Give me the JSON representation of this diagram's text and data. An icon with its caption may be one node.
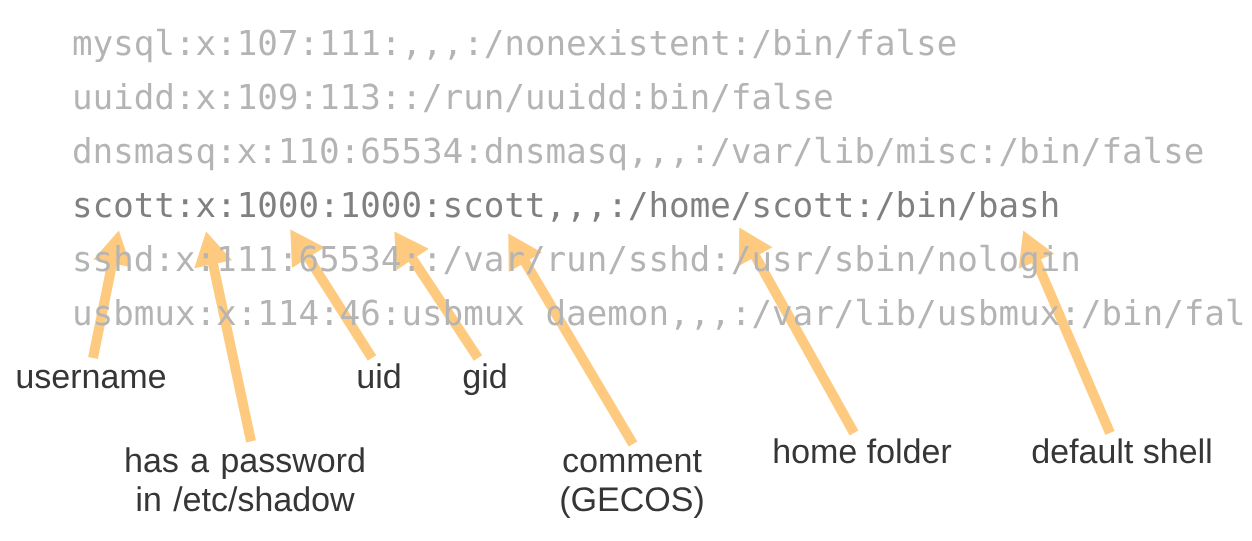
{
  "diagram": {
    "nodes": [
      {
        "text": [
          "scott:x:1000:1000:scott,,,:/home/scott:/bin/bash"
        ]
      },
      {
        "text": [
          "username"
        ]
      },
      {
        "text": [
          "has a password in /etc/shadow"
        ]
      },
      {
        "text": [
          "uid"
        ]
      },
      {
        "text": [
          "gid"
        ]
      },
      {
        "text": [
          "comment (GECOS)"
        ]
      },
      {
        "text": [
          "home folder"
        ]
      },
      {
        "text": [
          "default shell"
        ]
      }
    ],
    "edges": [
      {
        "from": 1,
        "to": 0,
        "arrow": "to"
      },
      {
        "from": 2,
        "to": 0,
        "arrow": "to"
      },
      {
        "from": 3,
        "to": 0,
        "arrow": "to"
      },
      {
        "from": 4,
        "to": 0,
        "arrow": "to"
      },
      {
        "from": 5,
        "to": 0,
        "arrow": "to"
      },
      {
        "from": 6,
        "to": 0,
        "arrow": "to"
      },
      {
        "from": 7,
        "to": 0,
        "arrow": "to"
      }
    ],
    "labels": [
      "mysql:x:107:111:,,,:/nonexistent:/bin/false",
      "uuidd:x:109:113::/run/uuidd:bin/false",
      "dnsmasq:x:110:65534:dnsmasq,,,:/var/lib/misc:/bin/false",
      "sshd:x:111:65534::/var/run/sshd:/usr/sbin/nologin",
      "usbmux:x:114:46:usbmux daemon,,,:/var/lib/usbmux:/bin/fal"
    ]
  }
}
